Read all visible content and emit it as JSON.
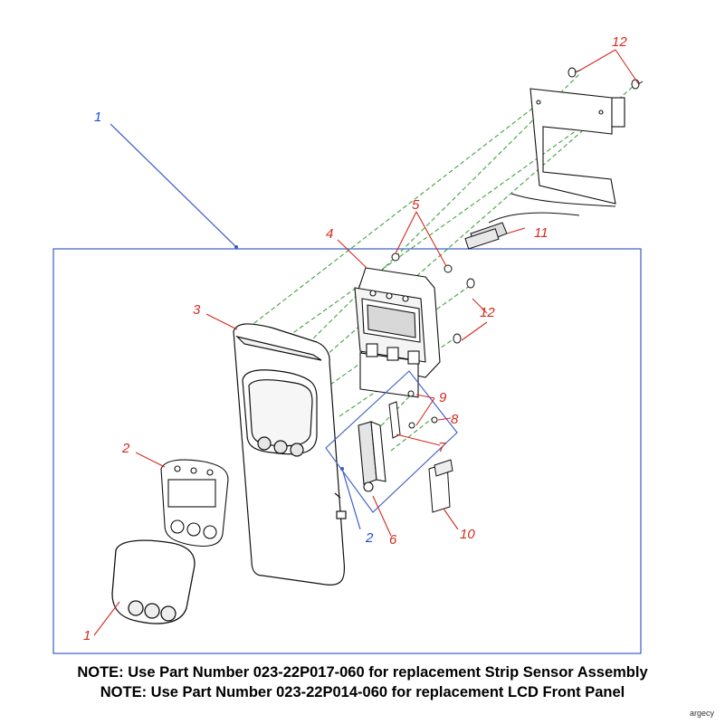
{
  "callouts": {
    "c1_top": "1",
    "c1_bottom": "1",
    "c2_left": "2",
    "c2_blue": "2",
    "c3": "3",
    "c4": "4",
    "c5": "5",
    "c6": "6",
    "c7": "7",
    "c8": "8",
    "c9": "9",
    "c10": "10",
    "c11": "11",
    "c12_top": "12",
    "c12_mid": "12"
  },
  "notes": {
    "line1": "NOTE:  Use Part Number 023-22P017-060 for replacement Strip Sensor Assembly",
    "line2": "NOTE:  Use Part Number 023-22P014-060 for replacement LCD Front Panel"
  },
  "watermark": "argecy",
  "colors": {
    "callout_red": "#d42a1e",
    "callout_blue": "#1a4fd8",
    "assembly_box": "#3a5cc8",
    "leader_green": "#2f9a2f",
    "line_art": "#111111"
  }
}
